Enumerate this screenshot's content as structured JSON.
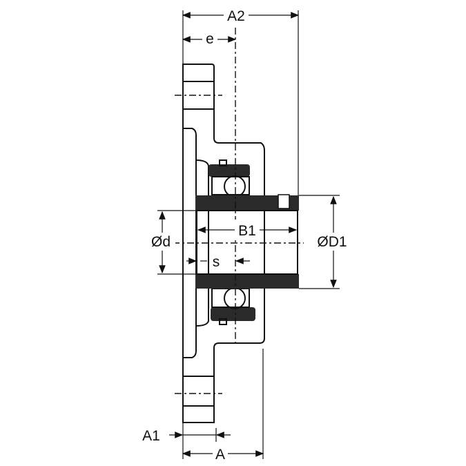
{
  "title": "Flanged bearing unit dimension drawing",
  "labels": {
    "A2": "A2",
    "e": "e",
    "B1": "B1",
    "d": "Ød",
    "D1": "ØD1",
    "s": "s",
    "A1": "A1",
    "A": "A"
  },
  "colors": {
    "line": "#111111",
    "fill": "#2a2a2a",
    "background": "#ffffff"
  }
}
